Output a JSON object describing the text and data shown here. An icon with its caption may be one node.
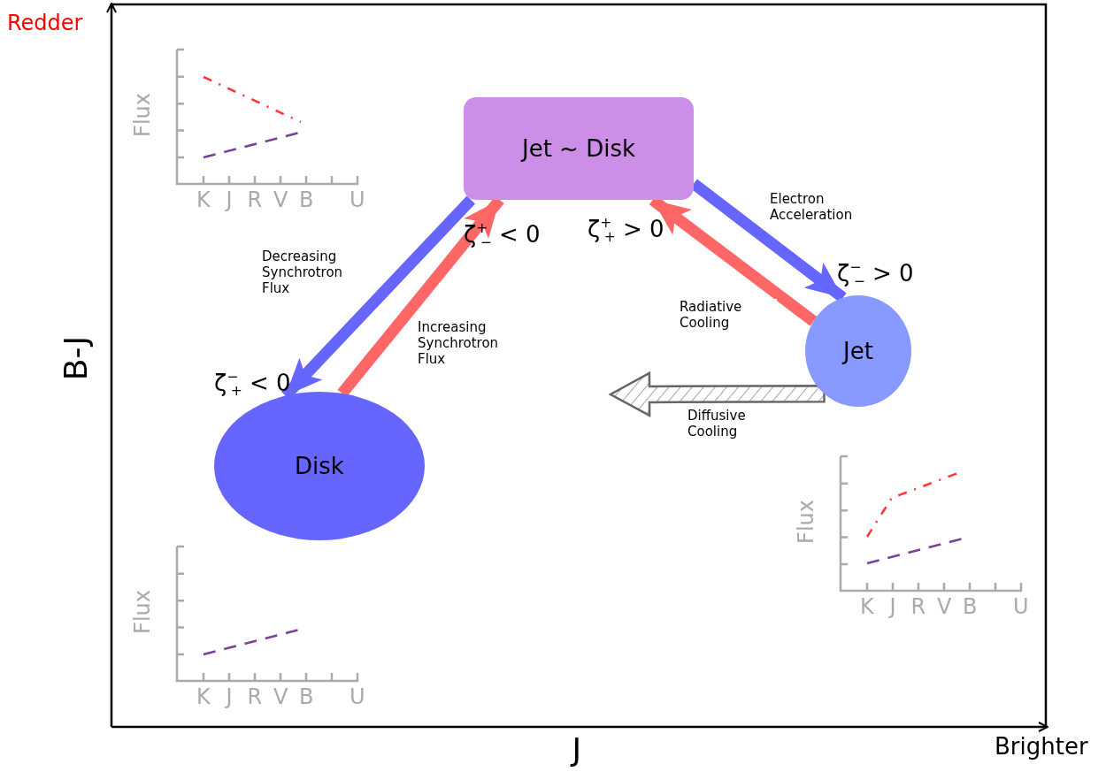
{
  "diagram": {
    "nodes": [
      {
        "text": [
          "Jet ~ Disk"
        ]
      },
      {
        "text": [
          "Disk"
        ]
      },
      {
        "text": [
          "Jet"
        ]
      }
    ],
    "edges": [
      {
        "from": 0,
        "to": 1,
        "arrow": "to",
        "label": "Decreasing Synchrotron Flux",
        "color": "#6666ff"
      },
      {
        "from": 1,
        "to": 0,
        "arrow": "to",
        "label": "Increasing Synchrotron Flux",
        "color": "#ff6666"
      },
      {
        "from": 0,
        "to": 2,
        "arrow": "to",
        "label": "Electron Acceleration",
        "color": "#6666ff"
      },
      {
        "from": 2,
        "to": 0,
        "arrow": "to",
        "label": "Radiative Cooling",
        "color": "#ff6666"
      },
      {
        "from": 2,
        "to": null,
        "arrow": "to",
        "label": "Diffusive Cooling",
        "color": "#666666"
      }
    ],
    "labels": [
      "Redder",
      "Flux",
      "K",
      "J",
      "R",
      "V",
      "B",
      "U",
      "ζ$^{+}$$_{−}$ < 0",
      "ζ$^{+}$$_{+}$ > 0",
      "ζ$^{−}$$_{−}$ > 0",
      "B-J",
      "ζ$^{−}$$_{+}$ < 0",
      "Flux",
      "K",
      "J",
      "R",
      "V",
      "B",
      "U",
      "Flux",
      "K",
      "J",
      "R",
      "V",
      "B",
      "U",
      "J",
      "Brighter"
    ]
  }
}
